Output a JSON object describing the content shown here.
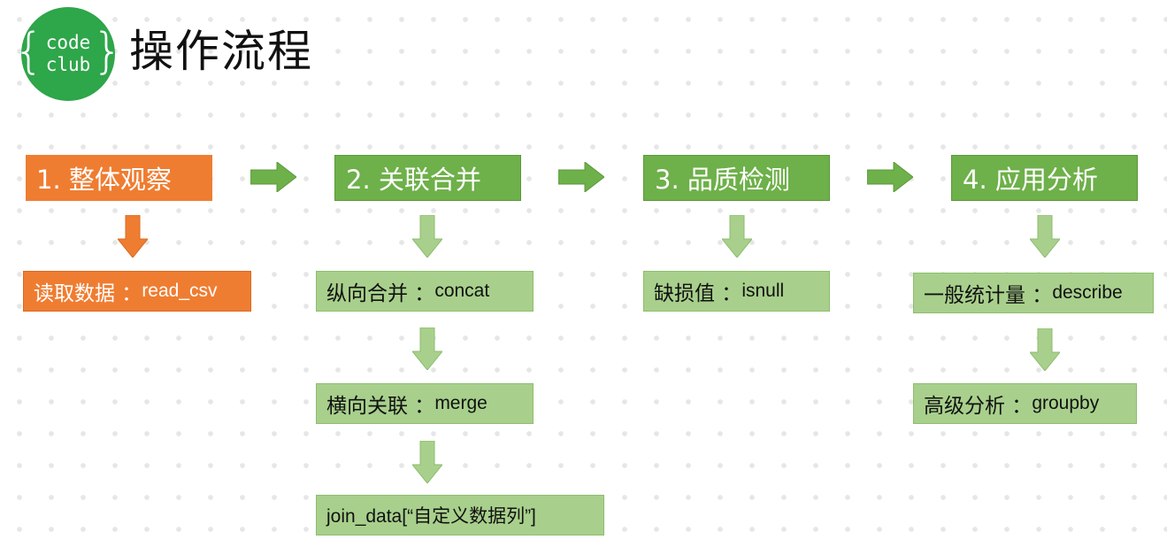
{
  "logo": {
    "brace_left": "{",
    "line1": "code",
    "line2": "club",
    "brace_right": "}"
  },
  "title": "操作流程",
  "colors": {
    "orange": "#ef7d31",
    "green": "#6eb04a",
    "light_green": "#a8d08c",
    "logo_green": "#2ea64a"
  },
  "stages": [
    {
      "label": "1. 整体观察",
      "color": "orange",
      "steps": [
        {
          "label": "读取数据 ： ",
          "fn": "read_csv"
        }
      ]
    },
    {
      "label": "2. 关联合并",
      "color": "green",
      "steps": [
        {
          "label": "纵向合并 ： ",
          "fn": "concat"
        },
        {
          "label": "横向关联 ： ",
          "fn": "merge"
        },
        {
          "label": "",
          "fn": "join_data[“自定义数据列”]"
        }
      ]
    },
    {
      "label": "3. 品质检测",
      "color": "green",
      "steps": [
        {
          "label": "缺损值 ： ",
          "fn": "isnull"
        }
      ]
    },
    {
      "label": "4. 应用分析",
      "color": "green",
      "steps": [
        {
          "label": "一般统计量 ： ",
          "fn": "describe"
        },
        {
          "label": "高级分析 ： ",
          "fn": "groupby"
        }
      ]
    }
  ]
}
